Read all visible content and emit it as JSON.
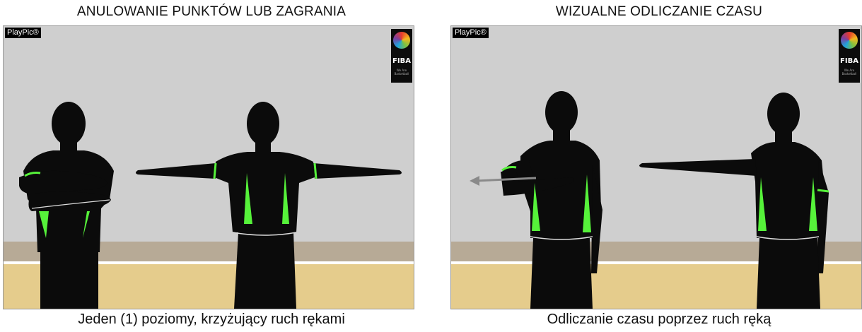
{
  "panels": [
    {
      "title": "ANULOWANIE PUNKTÓW LUB ZAGRANIA",
      "caption": "Jeden (1) poziomy, krzyżujący ruch rękami",
      "brand": "PlayPic®",
      "logo_text": "FIBA",
      "logo_subtext": "We Are Basketball"
    },
    {
      "title": "WIZUALNE ODLICZANIE CZASU",
      "caption": "Odliczanie czasu poprzez ruch ręką",
      "brand": "PlayPic®",
      "logo_text": "FIBA",
      "logo_subtext": "We Are Basketball"
    }
  ],
  "colors": {
    "wall": "#cfcfcf",
    "wall_base": "#b7aa96",
    "floor": "#e5cc8c",
    "silhouette": "#0b0b0b",
    "accent_green": "#56f23a"
  },
  "icons": [
    "fiba-globe-icon",
    "arrow-left-icon"
  ]
}
